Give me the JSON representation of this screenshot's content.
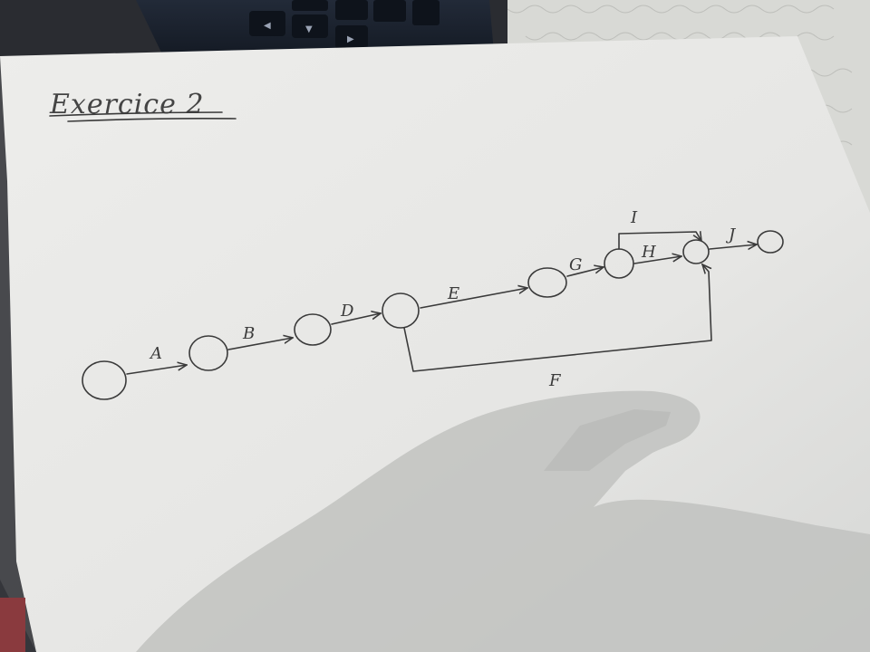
{
  "title": "Exercice 2",
  "activities": {
    "A": "A",
    "B": "B",
    "D": "D",
    "E": "E",
    "G": "G",
    "H": "H",
    "I": "I",
    "J": "J",
    "F": "F"
  },
  "colors": {
    "paper": "#e9e9e7",
    "ink": "#3a3a3a",
    "keyboard": "#1c2433",
    "tablecloth": "#d9dad6",
    "shadow": "#bfc0be"
  }
}
